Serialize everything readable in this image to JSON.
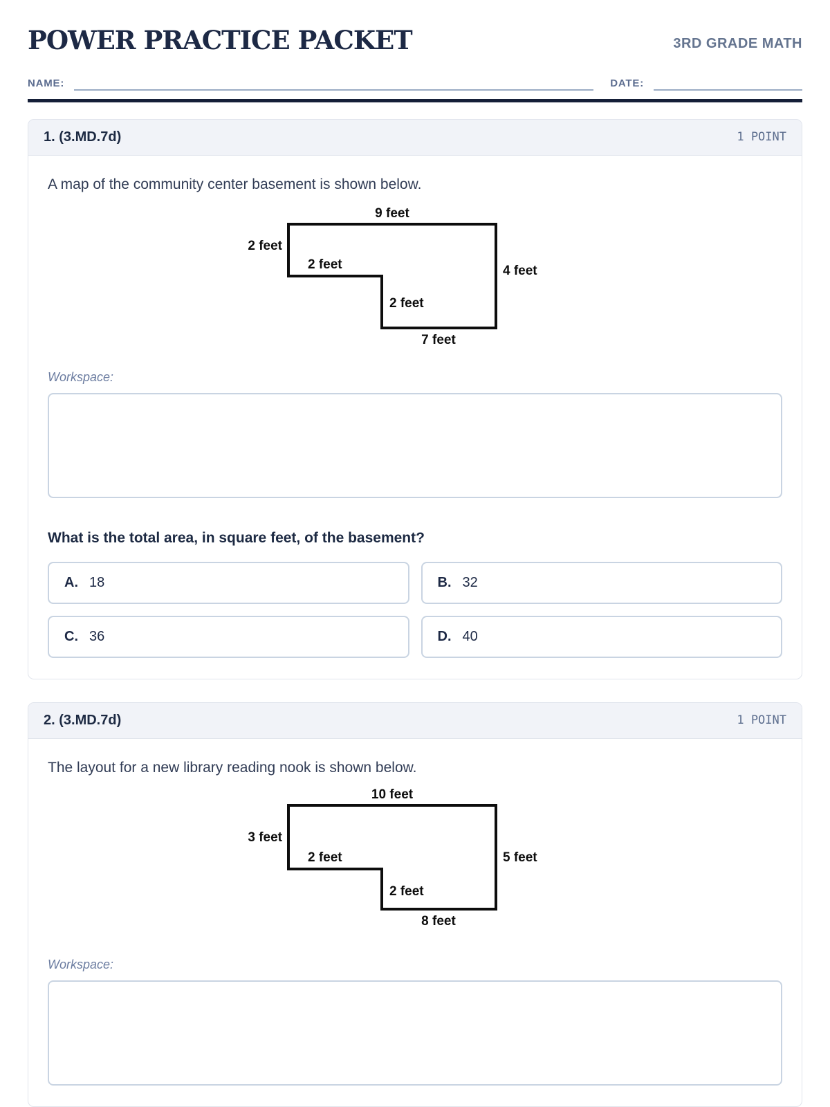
{
  "header": {
    "title": "POWER PRACTICE PACKET",
    "subtitle": "3RD GRADE MATH",
    "name_label": "NAME:",
    "date_label": "DATE:"
  },
  "questions": [
    {
      "number_label": "1. (3.MD.7d)",
      "points_label": "1 POINT",
      "prompt": "A map of the community center basement is shown below.",
      "figure": {
        "shape": "L-shaped polygon (rectangle with notch cut from bottom-left)",
        "labels": {
          "top": "9 feet",
          "left": "2 feet",
          "inner_h": "2 feet",
          "right": "4 feet",
          "inner_v": "2 feet",
          "bottom": "7 feet"
        }
      },
      "workspace_label": "Workspace:",
      "question": "What is the total area, in square feet, of the basement?",
      "choices": [
        {
          "letter": "A.",
          "value": "18"
        },
        {
          "letter": "B.",
          "value": "32"
        },
        {
          "letter": "C.",
          "value": "36"
        },
        {
          "letter": "D.",
          "value": "40"
        }
      ]
    },
    {
      "number_label": "2. (3.MD.7d)",
      "points_label": "1 POINT",
      "prompt": "The layout for a new library reading nook is shown below.",
      "figure": {
        "shape": "L-shaped polygon (rectangle with notch cut from bottom-left)",
        "labels": {
          "top": "10 feet",
          "left": "3 feet",
          "inner_h": "2 feet",
          "right": "5 feet",
          "inner_v": "2 feet",
          "bottom": "8 feet"
        }
      },
      "workspace_label": "Workspace:"
    }
  ],
  "colors": {
    "title_navy": "#1d2945",
    "subtitle_slate": "#64748f",
    "field_label": "#5b6c8f",
    "underline": "#9aabc4",
    "thick_rule": "#151f38",
    "card_border": "#e0e4ec",
    "card_header_bg": "#f1f3f8",
    "points_text": "#5d6e8e",
    "muted_italic_label": "#6b7ca0",
    "box_border": "#c9d4e2",
    "shape_stroke": "#0d0d0d"
  }
}
